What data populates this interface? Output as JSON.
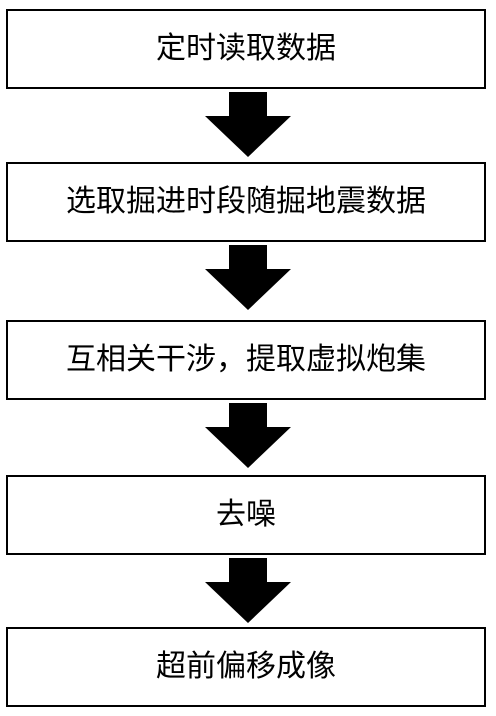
{
  "flowchart": {
    "steps": [
      {
        "label": "定时读取数据"
      },
      {
        "label": "选取掘进时段随掘地震数据"
      },
      {
        "label": "互相关干涉，提取虚拟炮集"
      },
      {
        "label": "去噪"
      },
      {
        "label": "超前偏移成像"
      }
    ],
    "colors": {
      "box_border": "#000000",
      "arrow_fill": "#000000",
      "text": "#000000",
      "background": "#ffffff"
    }
  }
}
